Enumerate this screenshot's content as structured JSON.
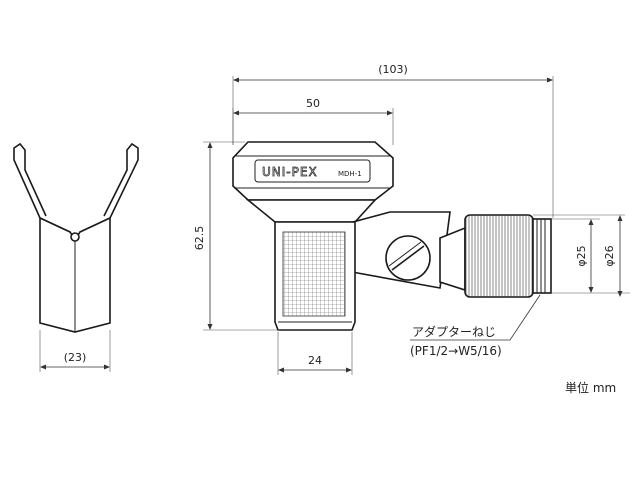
{
  "dimensions": {
    "overall_length": "(103)",
    "head_width": "50",
    "height": "62.5",
    "grip_width": "24",
    "clip_width": "(23)",
    "dia_inner": "φ25",
    "dia_outer": "φ26"
  },
  "labels": {
    "brand": "UNI-PEX",
    "model": "MDH-1",
    "adapter_line1": "アダプターねじ",
    "adapter_line2": "(PF1/2→W5/16)",
    "unit": "単位 mm"
  }
}
